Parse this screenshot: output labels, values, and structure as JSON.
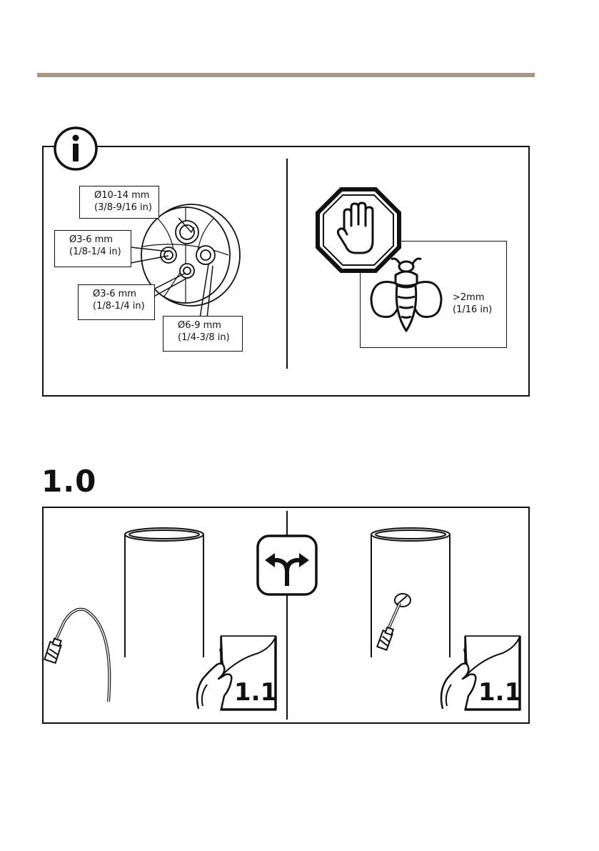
{
  "colors": {
    "rule": "#a59888",
    "ink": "#111111"
  },
  "info": {
    "icon": "info-icon",
    "grommet_callouts": [
      {
        "diameter": "Ø10-14 mm",
        "inches": "(3/8-9/16 in)"
      },
      {
        "diameter": "Ø3-6 mm",
        "inches": "(1/8-1/4 in)"
      },
      {
        "diameter": "Ø3-6 mm",
        "inches": "(1/8-1/4 in)"
      },
      {
        "diameter": "Ø6-9 mm",
        "inches": "(1/4-3/8 in)"
      }
    ],
    "insect_gap": {
      "value": ">2mm",
      "inches": "(1/16 in)"
    },
    "icons": [
      "grommet-icon",
      "stop-hand-icon",
      "insect-icon"
    ]
  },
  "step": {
    "number": "1.0",
    "choice_icon": "split-arrow-icon",
    "options": [
      {
        "page_ref": "1.1",
        "icons": [
          "pole-icon",
          "network-cable-icon",
          "page-turn-icon"
        ]
      },
      {
        "page_ref": "1.1",
        "icons": [
          "pole-icon",
          "short-cable-icon",
          "page-turn-icon"
        ]
      }
    ]
  }
}
